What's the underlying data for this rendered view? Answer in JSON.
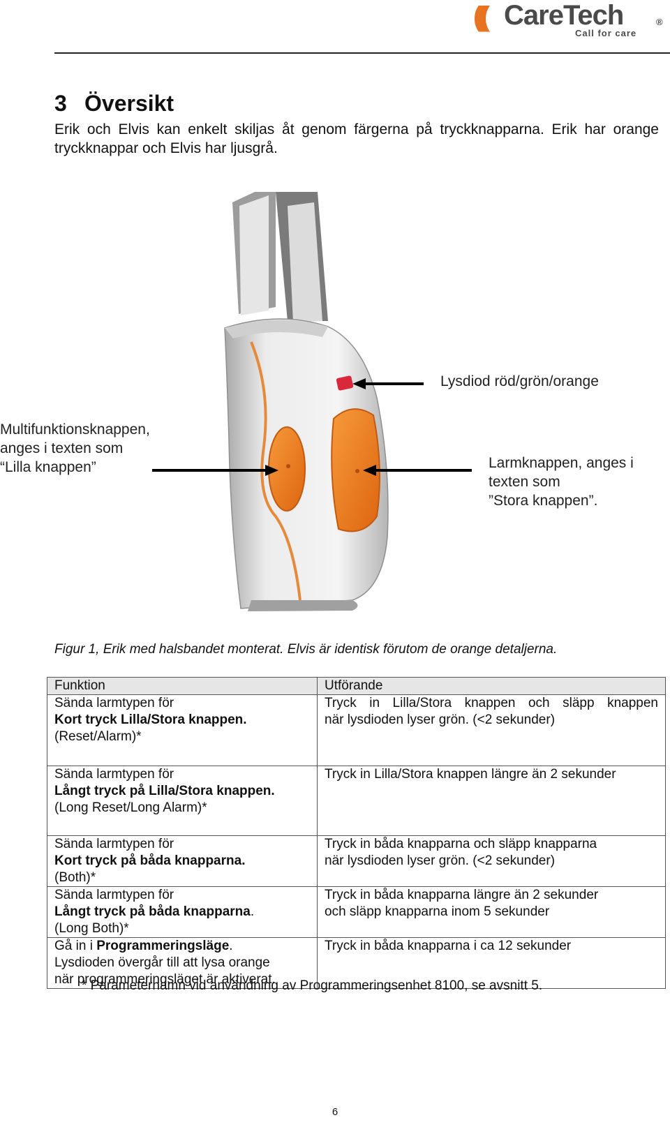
{
  "header": {
    "logo_brand": "CareTech",
    "logo_registered": "®",
    "logo_tagline": "Call for care"
  },
  "section": {
    "number": "3",
    "title": "Översikt",
    "intro": "Erik och Elvis kan enkelt skiljas åt genom färgerna på tryckknapparna. Erik har orange tryckknappar och Elvis har ljusgrå."
  },
  "figure": {
    "label_led": "Lysdiod röd/grön/orange",
    "label_multi_lines": [
      "Multifunktionsknappen,",
      "anges i texten som",
      "“Lilla knappen”"
    ],
    "label_alarm_lines": [
      "Larmknappen, anges i",
      "texten som",
      "”Stora knappen”."
    ],
    "caption": "Figur 1, Erik med halsbandet monterat. Elvis är identisk förutom de orange detaljerna.",
    "colors": {
      "orange": "#f07a1e",
      "orange_dark": "#d9620f",
      "body": "#e2e2e2",
      "shadow": "#9a9a9a",
      "led": "#d8283a"
    }
  },
  "table": {
    "header": {
      "col1": "Funktion",
      "col2": "Utförande"
    },
    "rows": [
      {
        "f_line1": "Sända larmtypen för",
        "f_bold": "Kort tryck Lilla/Stora knappen.",
        "f_line3": "(Reset/Alarm)*",
        "u_line1": "Tryck in Lilla/Stora knappen och släpp knappen",
        "u_line2": "när lysdioden lyser grön. (<2 sekunder)"
      },
      {
        "f_line1": "Sända larmtypen för",
        "f_bold": "Långt tryck på Lilla/Stora knappen.",
        "f_line3": "(Long Reset/Long Alarm)*",
        "u_line1": "Tryck in Lilla/Stora knappen längre än 2 sekunder"
      },
      {
        "f_line1": "Sända larmtypen för",
        "f_bold": "Kort tryck på båda knapparna.",
        "f_line3": "(Both)*",
        "u_line1": "Tryck in båda knapparna och släpp knapparna",
        "u_line2": "när lysdioden lyser grön. (<2 sekunder)"
      },
      {
        "f_line1": "Sända larmtypen för",
        "f_bold": "Långt tryck på båda knapparna",
        "f_suffix": ".",
        "f_line3": "(Long Both)*",
        "u_line1": "Tryck in båda knapparna längre än 2 sekunder",
        "u_line2": "och släpp knapparna inom 5 sekunder"
      },
      {
        "f_prefix": "Gå in i ",
        "f_bold": "Programmeringsläge",
        "f_suffix": ".",
        "f_line2": "Lysdioden övergår till att lysa orange",
        "f_line3": "när programmeringsläget är aktiverat.",
        "u_line1": "Tryck in båda knapparna i ca 12 sekunder"
      }
    ]
  },
  "footnote": "* Parameternamn vid användning av Programmeringsenhet 8100, se avsnitt 5.",
  "page_number": "6"
}
